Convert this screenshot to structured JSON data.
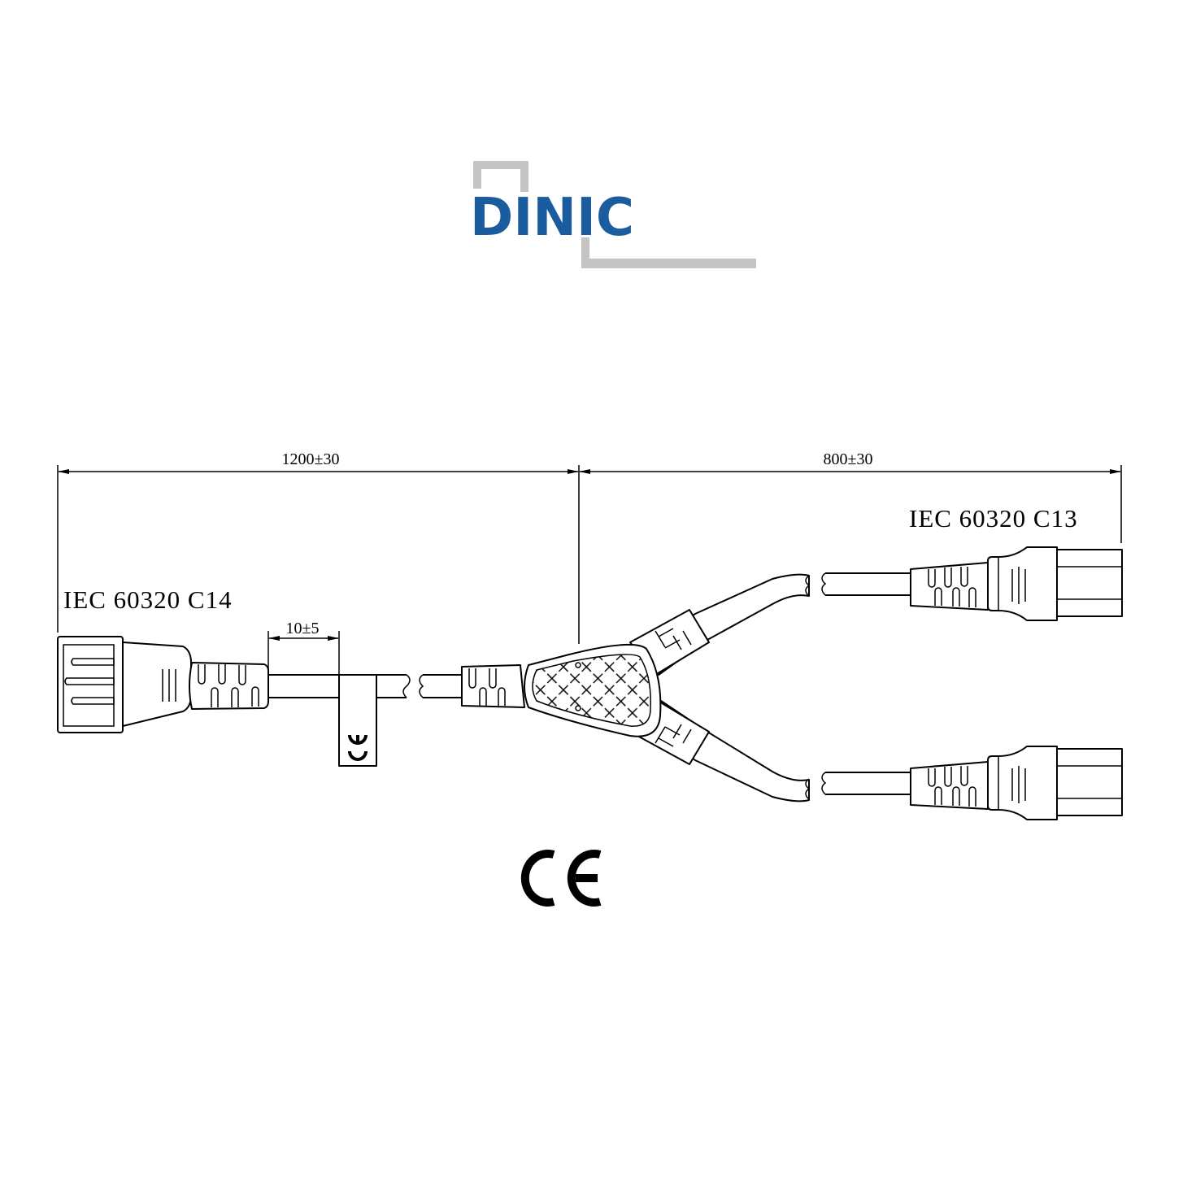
{
  "logo": {
    "text": "DINIC",
    "color": "#1a5c9e",
    "accent_color": "#c4c4c4"
  },
  "dimensions": {
    "main_cable": "1200±30",
    "branch_cable": "800±30",
    "tag_offset": "10±5"
  },
  "labels": {
    "input_connector": "IEC 60320 C14",
    "output_connector": "IEC 60320 C13"
  },
  "marks": {
    "ce_mark": "CE",
    "tag_mark": "CE"
  }
}
